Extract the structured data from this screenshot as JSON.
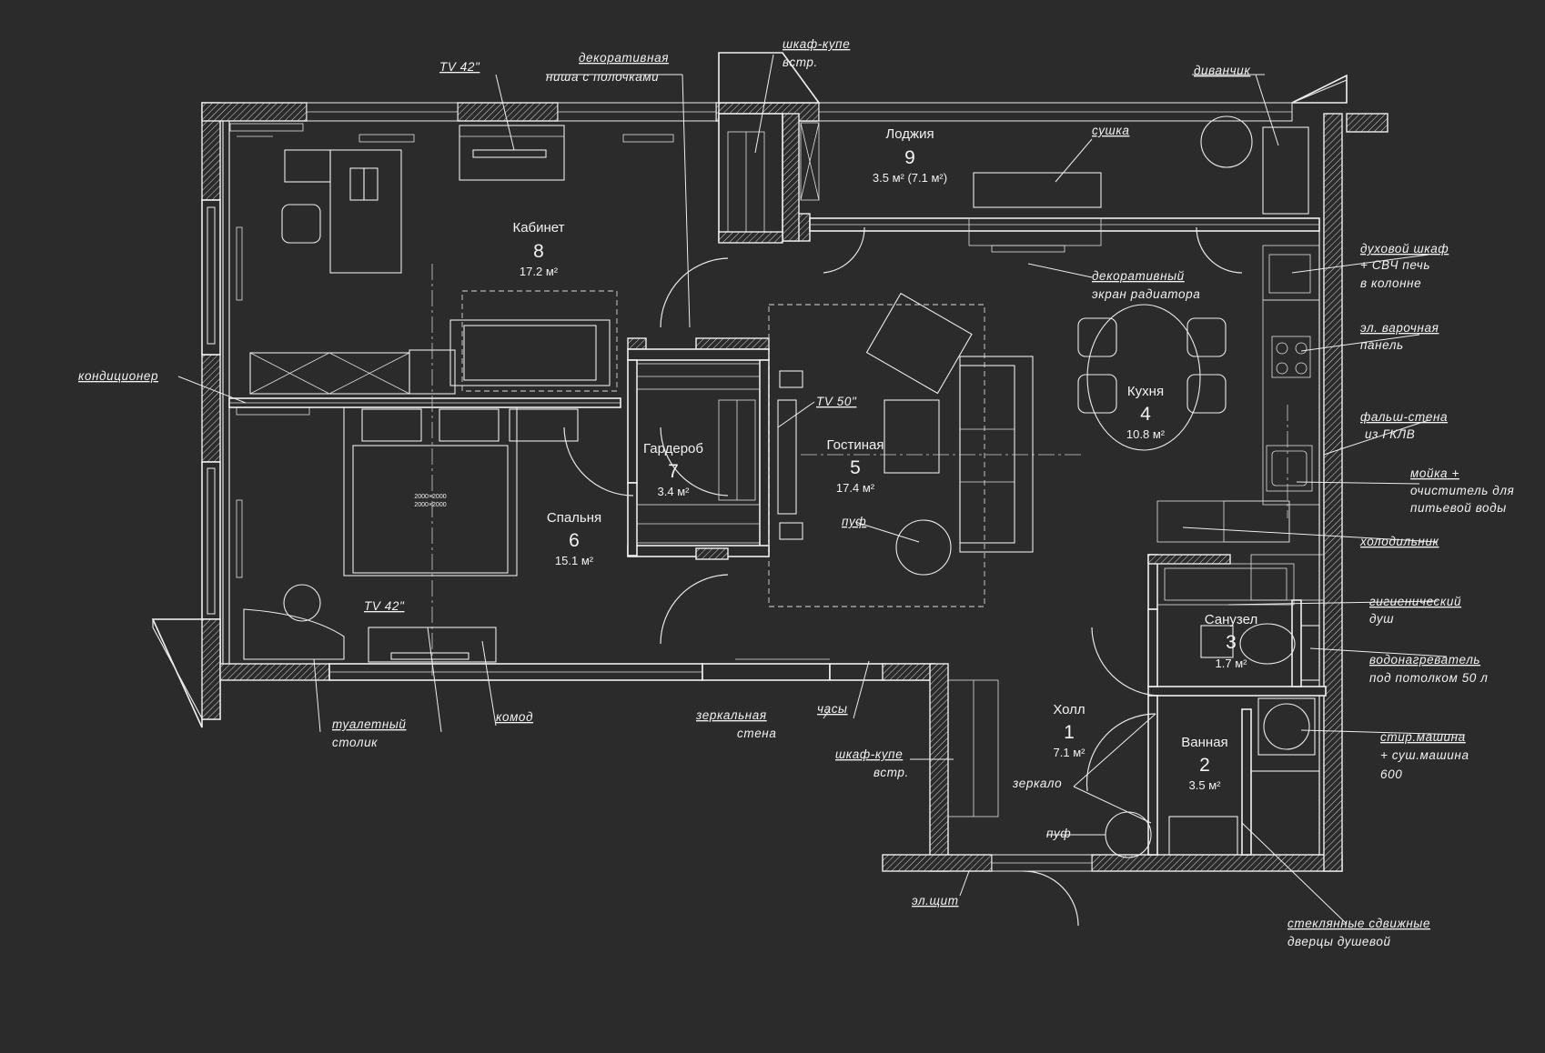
{
  "rooms": [
    {
      "id": "hall",
      "name": "Холл",
      "number": "1",
      "area": "7.1 м²"
    },
    {
      "id": "bath",
      "name": "Ванная",
      "number": "2",
      "area": "3.5 м²"
    },
    {
      "id": "wc",
      "name": "Санузел",
      "number": "3",
      "area": "1.7 м²"
    },
    {
      "id": "kitchen",
      "name": "Кухня",
      "number": "4",
      "area": "10.8 м²"
    },
    {
      "id": "living",
      "name": "Гостиная",
      "number": "5",
      "area": "17.4 м²"
    },
    {
      "id": "bedroom",
      "name": "Спальня",
      "number": "6",
      "area": "15.1 м²"
    },
    {
      "id": "wardrobe",
      "name": "Гардероб",
      "number": "7",
      "area": "3.4 м²"
    },
    {
      "id": "office",
      "name": "Кабинет",
      "number": "8",
      "area": "17.2 м²"
    },
    {
      "id": "loggia",
      "name": "Лоджия",
      "number": "9",
      "area": "3.5 м² (7.1 м²)"
    }
  ],
  "annotations": {
    "tv42_office": "TV 42\"",
    "decor_niche_1": "декоративная",
    "decor_niche_2": "ниша с полочками",
    "wardrobe_top_1": "шкаф-купе",
    "wardrobe_top_2": "встр.",
    "sofa_small": "диванчик",
    "dryer": "сушка",
    "radiator_1": "декоративный",
    "radiator_2": "экран радиатора",
    "oven_1": "духовой шкаф",
    "oven_2": "+ СВЧ печь",
    "oven_3": "в колонне",
    "hob_1": "эл. варочная",
    "hob_2": "панель",
    "falsewall_1": "фальш-стена",
    "falsewall_2": "из ГКЛВ",
    "sink_1": "мойка +",
    "sink_2": "очиститель для",
    "sink_3": "питьевой воды",
    "fridge": "холодильник",
    "hygiene_1": "гигиенический",
    "hygiene_2": "душ",
    "boiler_1": "водонагреватель",
    "boiler_2": "под потолком 50 л",
    "washer_1": "стир.машина",
    "washer_2": "+ суш.машина",
    "washer_3": "600",
    "glass_1": "стеклянные сдвижные",
    "glass_2": "дверцы душевой",
    "elpanel": "эл.щит",
    "mirror": "зеркало",
    "pouf_hall": "пуф",
    "wardrobe_hall_1": "шкаф-купе",
    "wardrobe_hall_2": "встр.",
    "clock": "часы",
    "mirror_wall_1": "зеркальная",
    "mirror_wall_2": "стена",
    "dresser": "комод",
    "vanity_1": "туалетный",
    "vanity_2": "столик",
    "tv42_bedroom": "TV 42\"",
    "aircon": "кондиционер",
    "tv50": "TV 50\"",
    "pouf_living": "пуф",
    "bed_label_1": "2000×2000",
    "bed_label_2": "2000×2000"
  }
}
